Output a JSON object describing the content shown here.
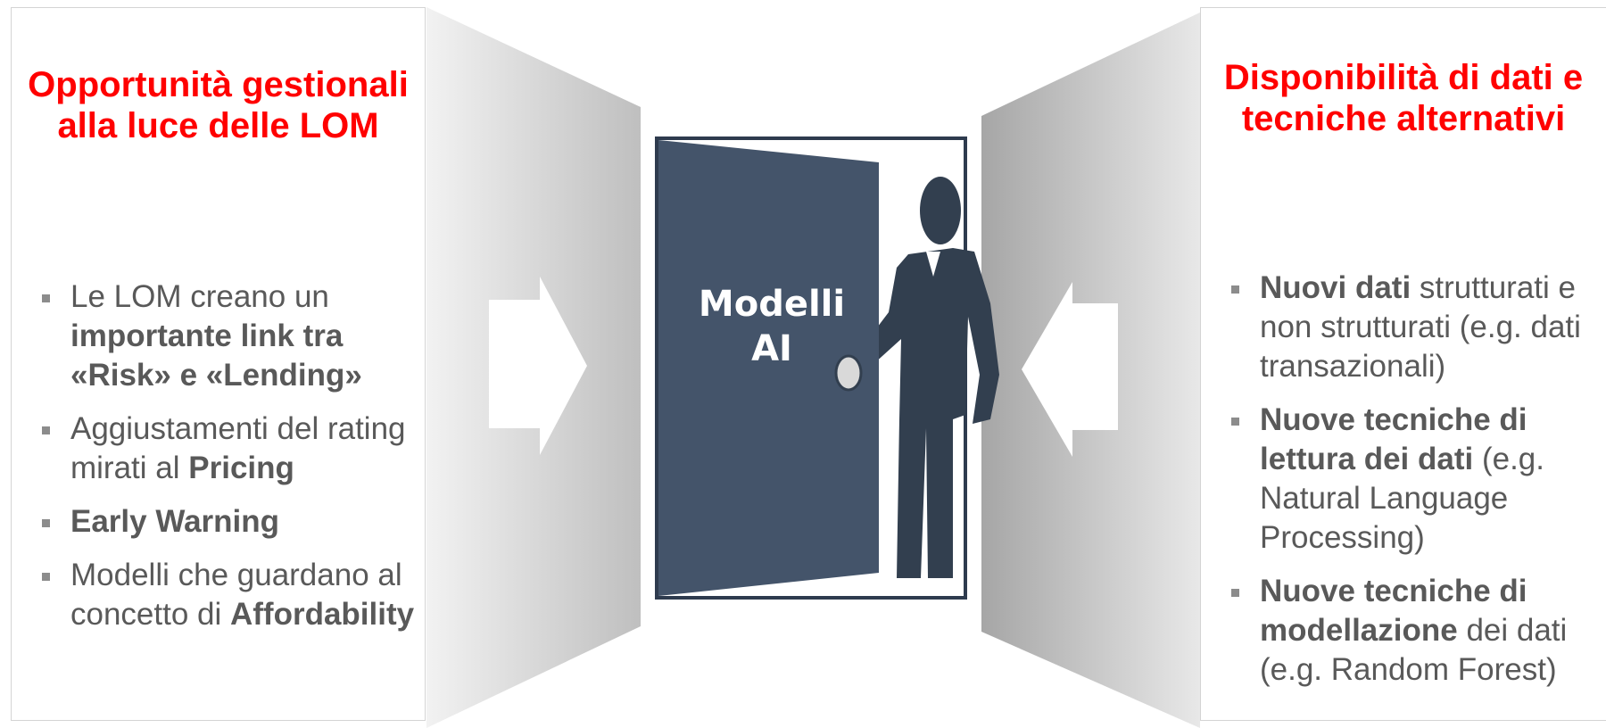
{
  "left": {
    "title": "Opportunità gestionali alla luce delle LOM",
    "bullets": [
      {
        "pre": "Le LOM creano un ",
        "bold": "importante link tra «Risk» e «Lending»",
        "post": ""
      },
      {
        "pre": "Aggiustamenti del rating mirati al ",
        "bold": "Pricing",
        "post": ""
      },
      {
        "pre": "",
        "bold": "Early Warning",
        "post": ""
      },
      {
        "pre": "Modelli che guardano al concetto di ",
        "bold": "Affordability",
        "post": ""
      }
    ]
  },
  "center": {
    "door_label": "Modelli AI"
  },
  "right": {
    "title": "Disponibilità di dati e tecniche alternativi",
    "bullets": [
      {
        "pre": "",
        "bold": "Nuovi dati",
        "post": " strutturati e non strutturati (e.g. dati transazionali)"
      },
      {
        "pre": "",
        "bold": "Nuove tecniche di lettura dei dati",
        "post": " (e.g. Natural Language Processing)"
      },
      {
        "pre": "",
        "bold": "Nuove tecniche di modellazione",
        "post": " dei dati (e.g. Random Forest)"
      }
    ]
  },
  "colors": {
    "title_red": "#ff0000",
    "body_text": "#595959",
    "door_fill": "#44546a",
    "person_fill": "#323f4f",
    "wall_gradient_light": "#f2f2f2",
    "wall_gradient_dark": "#a6a6a6"
  },
  "icons": [
    "right-arrow-icon",
    "left-arrow-icon",
    "open-door-icon",
    "businessman-icon",
    "door-knob-icon"
  ]
}
